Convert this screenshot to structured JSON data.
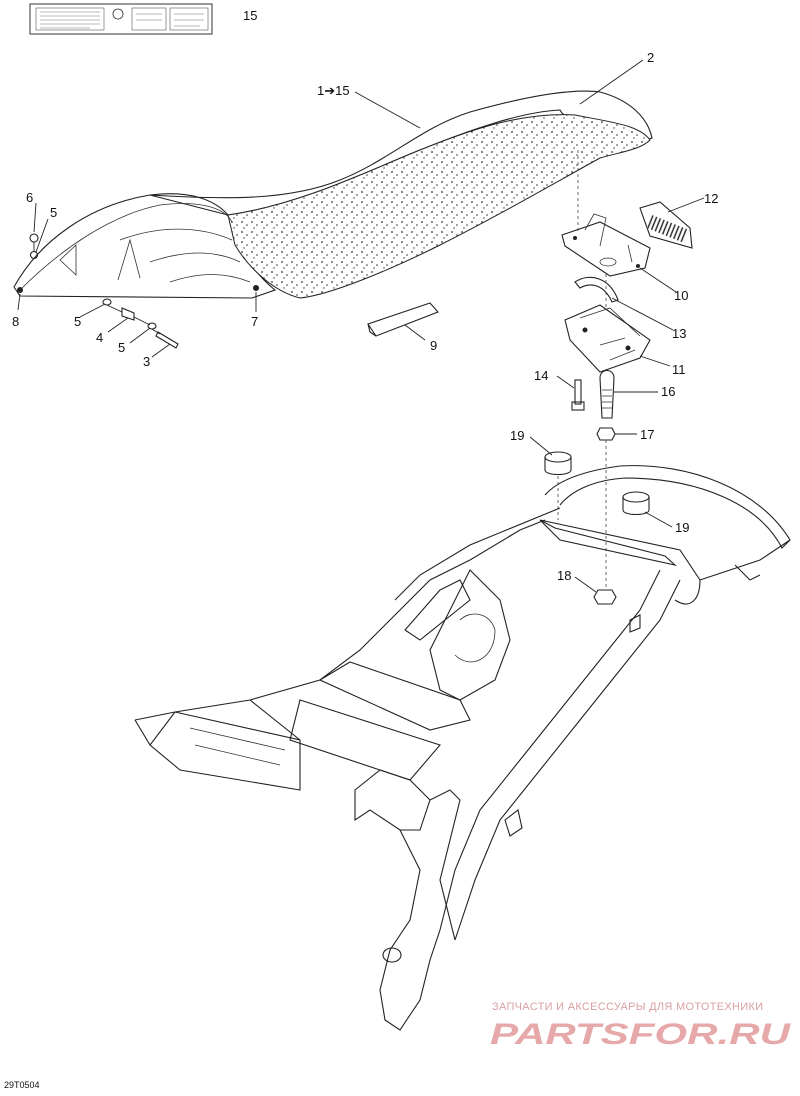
{
  "diagram_code": "29T0504",
  "watermark": {
    "tagline": "ЗАПЧАСТИ И АКСЕССУАРЫ ДЛЯ МОТОТЕХНИКИ",
    "brand": "PARTSFOR.RU"
  },
  "callouts": {
    "c1_15": "1➔15",
    "c2": "2",
    "c3": "3",
    "c4": "4",
    "c5a": "5",
    "c5b": "5",
    "c5c": "5",
    "c6": "6",
    "c7": "7",
    "c8": "8",
    "c9": "9",
    "c10": "10",
    "c11": "11",
    "c12": "12",
    "c13": "13",
    "c14": "14",
    "c15": "15",
    "c16": "16",
    "c17": "17",
    "c18": "18",
    "c19a": "19",
    "c19b": "19"
  },
  "colors": {
    "line": "#222222",
    "watermark": "#e6a8a8"
  }
}
